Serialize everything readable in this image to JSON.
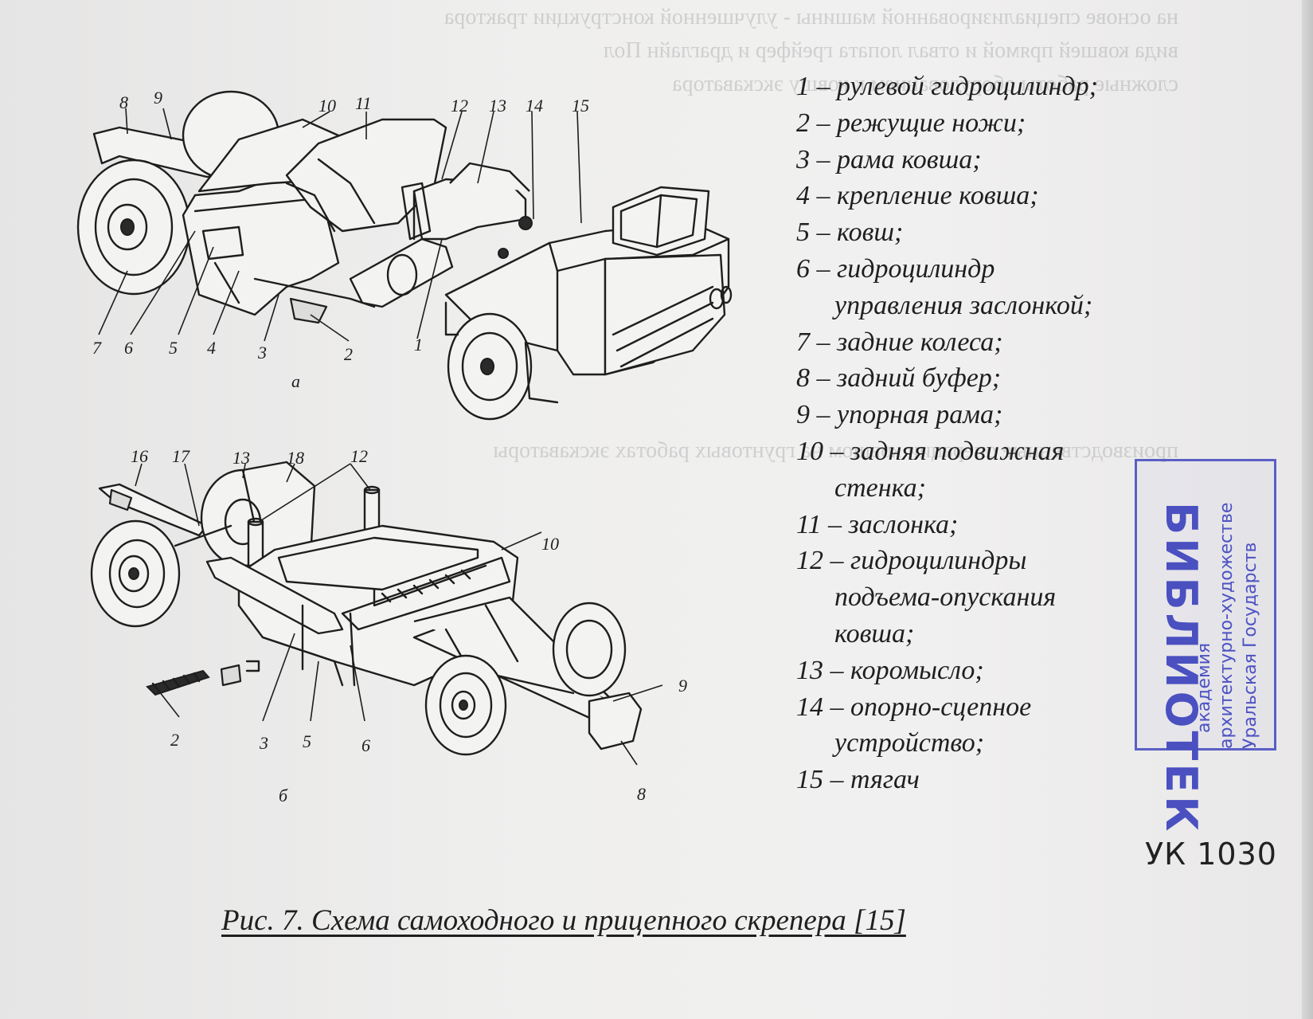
{
  "figure": {
    "sublabel_a": "а",
    "sublabel_b": "б",
    "callouts_a": [
      "1",
      "2",
      "3",
      "4",
      "5",
      "6",
      "7",
      "8",
      "9",
      "10",
      "11",
      "12",
      "13",
      "14",
      "15"
    ],
    "callouts_b": [
      "16",
      "17",
      "13",
      "18",
      "12",
      "10",
      "9",
      "8",
      "2",
      "3",
      "5",
      "6"
    ]
  },
  "legend": {
    "items": [
      {
        "text": "1 – рулевой гидроцилиндр;"
      },
      {
        "text": "2 – режущие ножи;"
      },
      {
        "text": "3 – рама ковша;"
      },
      {
        "text": "4 – крепление ковша;"
      },
      {
        "text": "5 – ковш;"
      },
      {
        "text": "6 – гидроцилиндр",
        "cont": "управления заслонкой;"
      },
      {
        "text": "7 – задние колеса;"
      },
      {
        "text": "8 – задний буфер;"
      },
      {
        "text": "9 – упорная рама;"
      },
      {
        "text": "10 – задняя подвижная",
        "cont": "стенка;"
      },
      {
        "text": "11 – заслонка;"
      },
      {
        "text": "12 – гидроцилиндры",
        "cont": "подъема-опускания",
        "cont2": "ковша;"
      },
      {
        "text": "13 – коромысло;"
      },
      {
        "text": "14 – опорно-сцепное",
        "cont": "устройство;"
      },
      {
        "text": "15 – тягач"
      }
    ]
  },
  "caption": "Рис. 7. Схема самоходного и прицепного скрепера [15]",
  "handwritten_code": "УК 1030",
  "stamp": {
    "word": "БИБЛИОТЕК",
    "line1": "Уральская Государств",
    "line2": "архитектурно-художестве",
    "line3": "академия"
  },
  "colors": {
    "ink": "#1f1f1f",
    "stamp": "#4a50c0",
    "paper": "#eeeded"
  }
}
